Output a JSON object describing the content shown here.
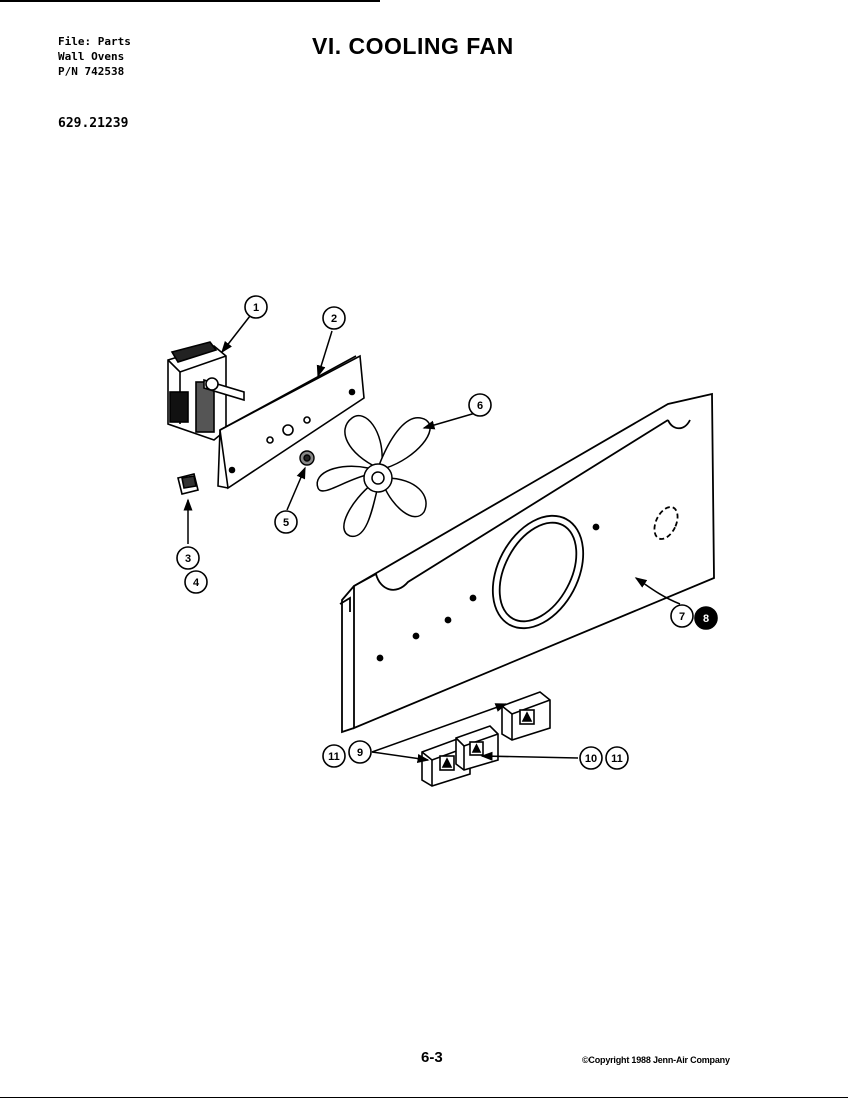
{
  "header": {
    "file_lines": [
      "File: Parts",
      "Wall Ovens",
      "P/N 742538"
    ],
    "code": "629.21239",
    "title": "VI. COOLING FAN"
  },
  "callouts": [
    "1",
    "2",
    "3",
    "4",
    "5",
    "6",
    "7",
    "8",
    "9",
    "10",
    "11"
  ],
  "footer": {
    "page_number": "6-3",
    "copyright": "©Copyright 1988 Jenn-Air Company"
  }
}
